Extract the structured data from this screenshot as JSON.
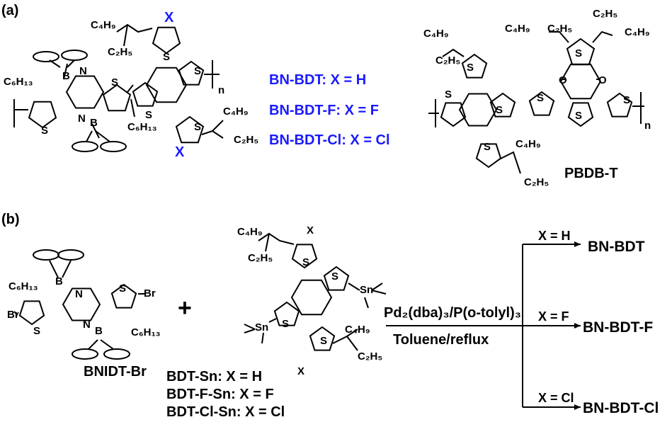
{
  "panel_a": {
    "label": "(a)",
    "legend": [
      "BN-BDT: X = H",
      "BN-BDT-F: X = F",
      "BN-BDT-Cl: X = Cl"
    ],
    "polymer_name": "PBDB-T",
    "atoms_left": {
      "c6h13_1": "C₆H₁₃",
      "b1": "B",
      "n1": "N",
      "s1": "S",
      "n2": "N",
      "b2": "B",
      "s2": "S",
      "c6h13_2": "C₆H₁₃",
      "s3": "S",
      "s4": "S",
      "s5": "S",
      "s6": "S",
      "x_top": "X",
      "x_bottom": "X",
      "c4h9_top": "C₄H₉",
      "c2h5_top": "C₂H₅",
      "c4h9_bottom": "C₄H₉",
      "c2h5_bottom": "C₂H₅",
      "n_repeat": "n"
    },
    "atoms_right": {
      "c4h9_a": "C₄H₉",
      "c2h5_a": "C₂H₅",
      "c4h9_b": "C₄H₉",
      "c2h5_b": "C₂H₅",
      "c2h5_c": "C₂H₅",
      "c4h9_c": "C₄H₉",
      "c4h9_d": "C₄H₉",
      "c2h5_d": "C₂H₅",
      "s_a": "S",
      "s_b": "S",
      "s_c": "S",
      "s_d": "S",
      "s_e": "S",
      "s_f": "S",
      "s_g": "S",
      "s_h": "S",
      "o1": "O",
      "o2": "O",
      "n_repeat": "n"
    }
  },
  "panel_b": {
    "label": "(b)",
    "monomer1_name": "BNIDT-Br",
    "plus": "+",
    "monomer2_names": [
      "BDT-Sn: X = H",
      "BDT-F-Sn: X = F",
      "BDT-Cl-Sn: X = Cl"
    ],
    "catalyst": "Pd₂(dba)₃/P(o-tolyl)₃",
    "solvent": "Toluene/reflux",
    "branches": [
      {
        "condition": "X = H",
        "product": "BN-BDT"
      },
      {
        "condition": "X = F",
        "product": "BN-BDT-F"
      },
      {
        "condition": "X = Cl",
        "product": "BN-BDT-Cl"
      }
    ],
    "atoms_m1": {
      "c6h13_1": "C₆H₁₃",
      "b1": "B",
      "n1": "N",
      "br1": "Br",
      "s1": "S",
      "s2": "S",
      "br2": "Br",
      "n2": "N",
      "b2": "B",
      "c6h13_2": "C₆H₁₃"
    },
    "atoms_m2": {
      "c4h9_top": "C₄H₉",
      "c2h5_top": "C₂H₅",
      "x_top": "X",
      "s1": "S",
      "s2": "S",
      "sn1": "Sn",
      "sn2": "Sn",
      "s3": "S",
      "s4": "S",
      "x_bottom": "X",
      "c4h9_bottom": "C₄H₉",
      "c2h5_bottom": "C₂H₅"
    }
  },
  "colors": {
    "highlight": "#1a1aff",
    "ink": "#000000"
  }
}
